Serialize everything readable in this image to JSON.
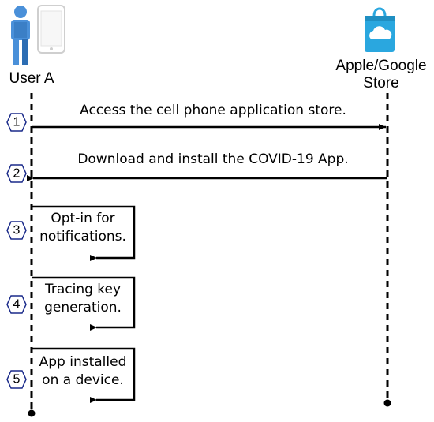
{
  "actors": {
    "user": {
      "label": "User A"
    },
    "store": {
      "label_line1": "Apple/Google",
      "label_line2": "Store"
    }
  },
  "messages": [
    {
      "step": "1",
      "text": "Access the cell phone application store."
    },
    {
      "step": "2",
      "text": "Download and install the COVID-19 App."
    }
  ],
  "self_steps": [
    {
      "step": "3",
      "line1": "Opt-in for",
      "line2": "notifications."
    },
    {
      "step": "4",
      "line1": "Tracing key",
      "line2": "generation."
    },
    {
      "step": "5",
      "line1": "App installed",
      "line2": "on a device."
    }
  ],
  "colors": {
    "user_blue": "#4a90d9",
    "user_dark": "#2c6db3",
    "bag_blue": "#2aa7df",
    "line": "#000000"
  }
}
